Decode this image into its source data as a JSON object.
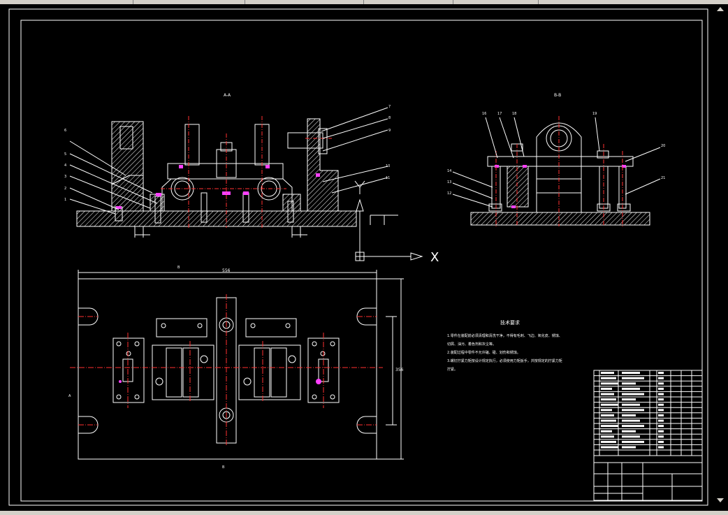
{
  "window": {
    "app": "CAD viewer"
  },
  "drawing": {
    "section_a_label": "A-A",
    "section_b_label": "B-B",
    "axis_x_label": "X",
    "axis_y_label": "Y",
    "view_b_tag": "B",
    "view_a_tag": "A",
    "view_c_tag": "B",
    "overall_width": "556",
    "overall_height": "356",
    "tech_title": "技术要求",
    "tech_lines": [
      "1.零件在装配前必须清理和清洗干净，不得有毛刺、飞边、氧化皮、锈蚀、",
      "切屑、油污、着色剂和灰尘等。",
      "2.装配过程中零件不允许磕、碰、划伤和锈蚀。",
      "3.螺钉拧紧力矩按设计规定执行，必须使用力矩扳手，并按规定的拧紧力矩",
      "拧紧。"
    ],
    "leaders_left": [
      "6",
      "5",
      "4",
      "3",
      "2",
      "1"
    ],
    "leaders_right_a": [
      "7",
      "8",
      "9",
      "10",
      "11"
    ],
    "leaders_b_top": [
      "16",
      "17",
      "18",
      "19"
    ],
    "leaders_b_left": [
      "14",
      "13",
      "12"
    ],
    "leaders_b_right": [
      "20",
      "21"
    ]
  },
  "colors": {
    "bg": "#000000",
    "line": "#ffffff",
    "center": "#ff3030",
    "hatch": "#ffffff",
    "accent": "#ff40ff",
    "dim": "#ffffff"
  }
}
